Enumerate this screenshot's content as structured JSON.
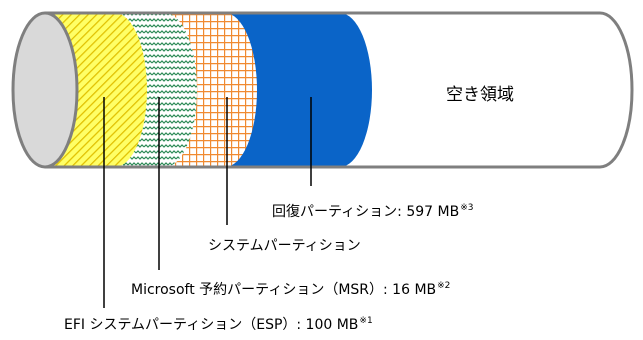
{
  "diagram": {
    "free_space_label": "空き領域",
    "partitions": [
      {
        "key": "esp",
        "label": "EFI システムパーティション（ESP）: 100 MB",
        "note": "※1",
        "color": "#e8e800"
      },
      {
        "key": "msr",
        "label": "Microsoft 予約パーティション（MSR）: 16 MB",
        "note": "※2",
        "color": "#3a9a5a"
      },
      {
        "key": "system",
        "label": "システムパーティション",
        "note": "",
        "color": "#f08a30"
      },
      {
        "key": "recovery",
        "label": "回復パーティション: 597 MB",
        "note": "※3",
        "color": "#0a64c8"
      }
    ],
    "outline_color": "#7f7f7f",
    "end_cap_color": "#d9d9d9"
  }
}
